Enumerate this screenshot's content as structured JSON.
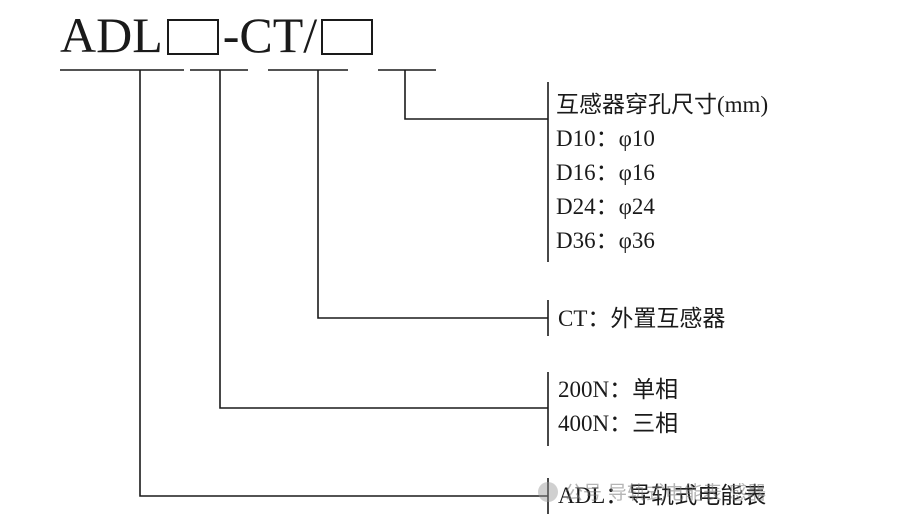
{
  "model": {
    "prefix": "ADL",
    "middle": "-CT/"
  },
  "groups": {
    "hole_size": {
      "title": "互感器穿孔尺寸(mm)",
      "items": [
        "D10：φ10",
        "D16：φ16",
        "D24：φ24",
        "D36：φ36"
      ]
    },
    "ct": {
      "items": [
        "CT：外置互感器"
      ]
    },
    "phase": {
      "items": [
        "200N：单相",
        "400N：三相"
      ]
    },
    "type": {
      "items": [
        "ADL：导轨式电能表"
      ]
    }
  },
  "watermark": {
    "text": "公号 导轨式电能表 感器"
  }
}
